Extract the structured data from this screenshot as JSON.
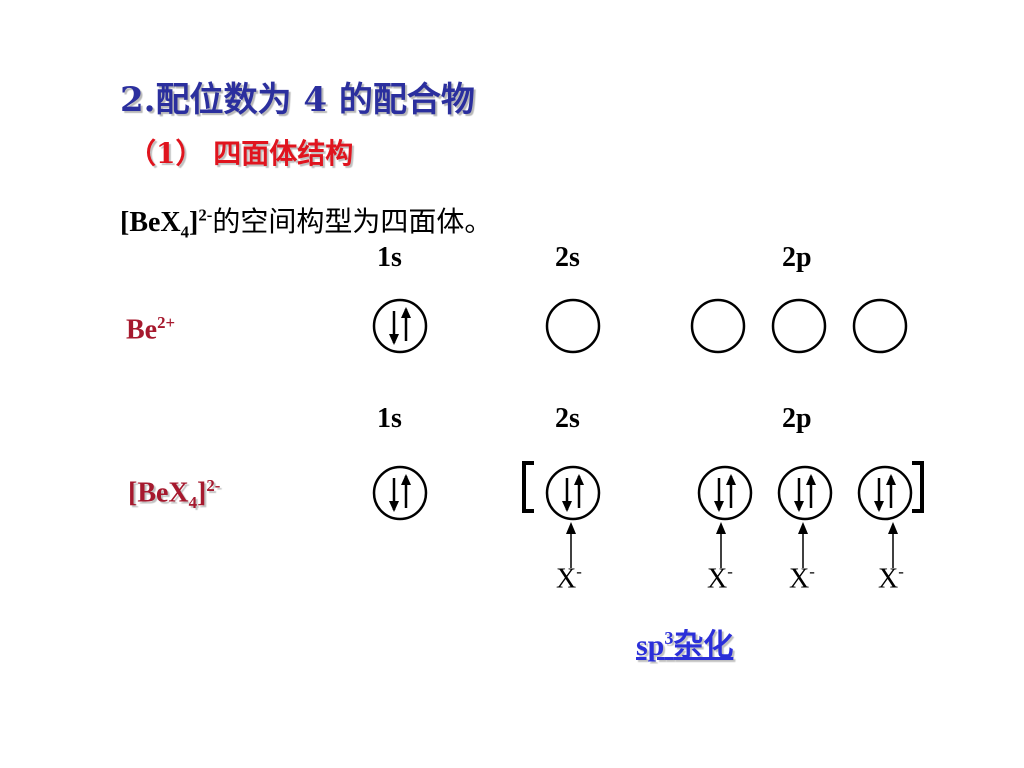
{
  "slide": {
    "title": "2.配位数为 4 的配合物",
    "subtitle": "（1） 四面体结构",
    "description": {
      "formula_open": "[BeX",
      "formula_sub": "4",
      "formula_close": "]",
      "formula_sup": "2-",
      "text": "的空间构型为四面体。"
    }
  },
  "row1": {
    "ion_base": "Be",
    "ion_sup": "2+",
    "orbital_labels": [
      "1s",
      "2s",
      "2p"
    ],
    "orbitals": [
      {
        "name": "1s",
        "electrons": "paired"
      },
      {
        "name": "2s",
        "electrons": "empty"
      },
      {
        "name": "2p",
        "electrons": "empty"
      },
      {
        "name": "2p",
        "electrons": "empty"
      },
      {
        "name": "2p",
        "electrons": "empty"
      }
    ]
  },
  "row2": {
    "ion_open": "[BeX",
    "ion_sub": "4",
    "ion_close": "]",
    "ion_sup": "2-",
    "orbital_labels": [
      "1s",
      "2s",
      "2p"
    ],
    "orbitals": [
      {
        "name": "1s",
        "electrons": "paired"
      },
      {
        "name": "2s",
        "electrons": "paired"
      },
      {
        "name": "2p",
        "electrons": "paired"
      },
      {
        "name": "2p",
        "electrons": "paired"
      },
      {
        "name": "2p",
        "electrons": "paired"
      }
    ],
    "ligand_base": "X",
    "ligand_sup": "-"
  },
  "hybridization": {
    "base": "sp",
    "sup": "3",
    "text": "杂化"
  },
  "colors": {
    "title": "#2b2f9e",
    "subtitle": "#e0141e",
    "ion": "#a6192e",
    "link": "#2b2fd9"
  }
}
